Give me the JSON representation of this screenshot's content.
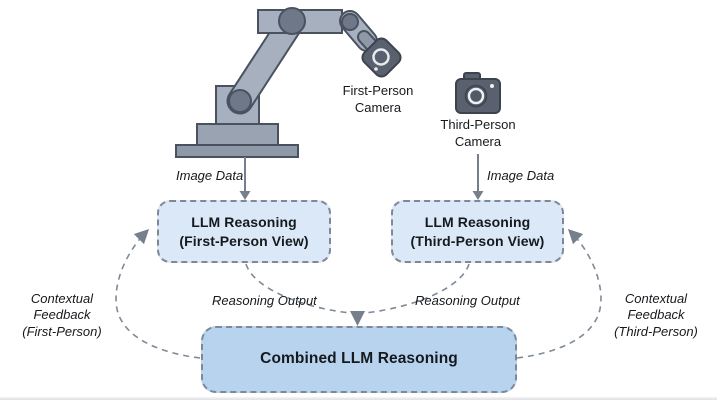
{
  "cameras": {
    "first_person": {
      "line1": "First-Person",
      "line2": "Camera"
    },
    "third_person": {
      "line1": "Third-Person",
      "line2": "Camera"
    }
  },
  "nodes": {
    "llm_first": {
      "line1": "LLM Reasoning",
      "line2": "(First-Person View)"
    },
    "llm_third": {
      "line1": "LLM Reasoning",
      "line2": "(Third-Person View)"
    },
    "combined": {
      "label": "Combined LLM Reasoning"
    }
  },
  "edges": {
    "image_data_first": {
      "label": "Image Data"
    },
    "image_data_third": {
      "label": "Image Data"
    },
    "reasoning_output_first": {
      "label": "Reasoning Output"
    },
    "reasoning_output_third": {
      "label": "Reasoning Output"
    },
    "contextual_feedback_first": {
      "line1": "Contextual Feedback",
      "line2": "(First-Person)"
    },
    "contextual_feedback_third": {
      "line1": "Contextual Feedback",
      "line2": "(Third-Person)"
    }
  },
  "icons": {
    "robot_arm": "robot-arm-icon",
    "first_person_camera": "first-person-camera-icon",
    "third_person_camera": "third-person-camera-icon"
  },
  "colors": {
    "background": "#ffffff",
    "node_fill_light": "#dbe8f7",
    "node_fill_combined": "#b7d3ee",
    "node_border": "#7e8896",
    "connector_gray": "#76808d",
    "robot_body": "#a6b0bf",
    "robot_base": "#8f98a7",
    "robot_joint": "#6e7888",
    "robot_outline": "#4a5260",
    "camera_body": "#59616e",
    "camera_detail": "#e9ecef",
    "text": "#16191d"
  }
}
